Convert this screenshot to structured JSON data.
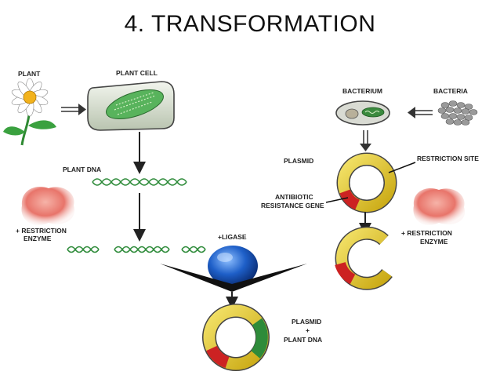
{
  "slide": {
    "title": "4. TRANSFORMATION"
  },
  "labels": {
    "plant": "PLANT",
    "plant_cell": "PLANT CELL",
    "plant_dna": "PLANT DNA",
    "restriction_enzyme_left_1": "+ RESTRICTION",
    "restriction_enzyme_left_2": "ENZYME",
    "ligase": "+LIGASE",
    "bacterium": "BACTERIUM",
    "bacteria": "BACTERIA",
    "plasmid": "PLASMID",
    "restriction_site": "RESTRICTION SITE",
    "antibiotic_1": "ANTIBIOTIC",
    "antibiotic_2": "RESISTANCE GENE",
    "restriction_enzyme_right_1": "+ RESTRICTION",
    "restriction_enzyme_right_2": "ENZYME",
    "result_1": "PLASMID",
    "result_2": "+",
    "result_3": "PLANT DNA"
  },
  "colors": {
    "plasmid_yellow": "#e8cf2a",
    "gene_red": "#cc2222",
    "dna_green": "#2e8b3a",
    "enzyme_pink": "#e86f6a",
    "ligase_blue": "#1e5fc8"
  }
}
